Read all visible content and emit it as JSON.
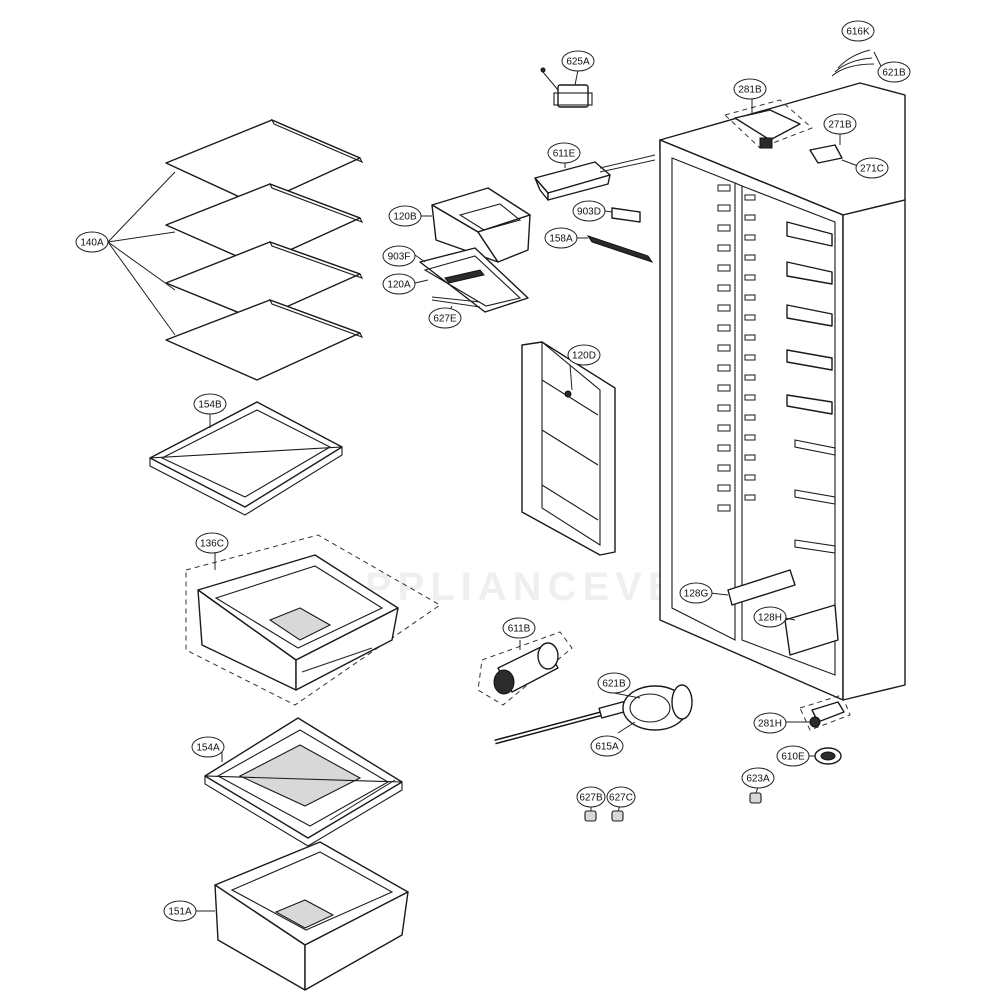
{
  "watermark": "APPLIANCEVENTURES",
  "callouts": [
    {
      "id": "616K",
      "label": "616K"
    },
    {
      "id": "621B-top",
      "label": "621B"
    },
    {
      "id": "625A",
      "label": "625A"
    },
    {
      "id": "281B",
      "label": "281B"
    },
    {
      "id": "271B",
      "label": "271B"
    },
    {
      "id": "271C",
      "label": "271C"
    },
    {
      "id": "611E",
      "label": "611E"
    },
    {
      "id": "120B",
      "label": "120B"
    },
    {
      "id": "903D",
      "label": "903D"
    },
    {
      "id": "158A",
      "label": "158A"
    },
    {
      "id": "903F",
      "label": "903F"
    },
    {
      "id": "120A",
      "label": "120A"
    },
    {
      "id": "627E",
      "label": "627E"
    },
    {
      "id": "140A",
      "label": "140A"
    },
    {
      "id": "120D",
      "label": "120D"
    },
    {
      "id": "154B",
      "label": "154B"
    },
    {
      "id": "136C",
      "label": "136C"
    },
    {
      "id": "128G",
      "label": "128G"
    },
    {
      "id": "128H",
      "label": "128H"
    },
    {
      "id": "611B",
      "label": "611B"
    },
    {
      "id": "621B-mid",
      "label": "621B"
    },
    {
      "id": "615A",
      "label": "615A"
    },
    {
      "id": "281H",
      "label": "281H"
    },
    {
      "id": "610E",
      "label": "610E"
    },
    {
      "id": "154A",
      "label": "154A"
    },
    {
      "id": "623A",
      "label": "623A"
    },
    {
      "id": "627B",
      "label": "627B"
    },
    {
      "id": "627C",
      "label": "627C"
    },
    {
      "id": "151A",
      "label": "151A"
    }
  ]
}
